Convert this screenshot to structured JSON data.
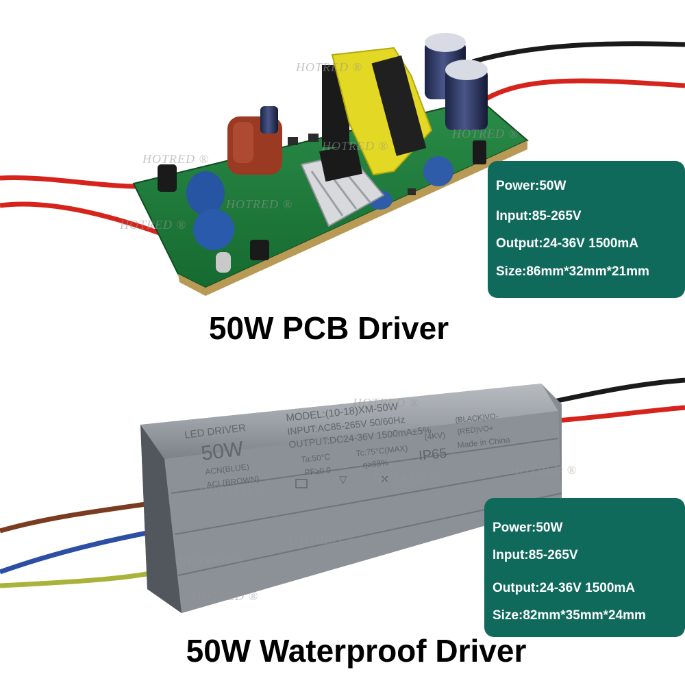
{
  "watermark": "HOTRED ®",
  "product1": {
    "caption": "50W PCB Driver",
    "specs": {
      "power": "Power:50W",
      "input": "Input:85-265V",
      "output": "Output:24-36V 1500mA",
      "size": "Size:86mm*32mm*21mm"
    }
  },
  "product2": {
    "caption": "50W Waterproof Driver",
    "specs": {
      "power": "Power:50W",
      "input": "Input:85-265V",
      "output": "Output:24-36V 1500mA",
      "size": "Size:82mm*35mm*24mm"
    },
    "label": {
      "brand": "LED DRIVER",
      "watt": "50W",
      "model": "MODEL:(10-18)XM-50W",
      "input": "INPUT:AC85-265V 50/60Hz",
      "output": "OUTPUT:DC24-36V 1500mA±5%",
      "ta": "Ta:50°C",
      "tc": "Tc:75°C(MAX)",
      "pf": "PF≥0.9",
      "eff": "η≥88%",
      "acn": "ACN(BLUE)",
      "acl": "ACL(BROWN)",
      "kv": "(4KV)",
      "ip": "IP65",
      "vneg": "(BLACK)VO-",
      "vpos": "(RED)VO+",
      "origin": "Made in China"
    }
  },
  "colors": {
    "spec_box": "#0f6a5c",
    "pcb": "#1d7a3a",
    "housing": "#a4a8ad"
  }
}
